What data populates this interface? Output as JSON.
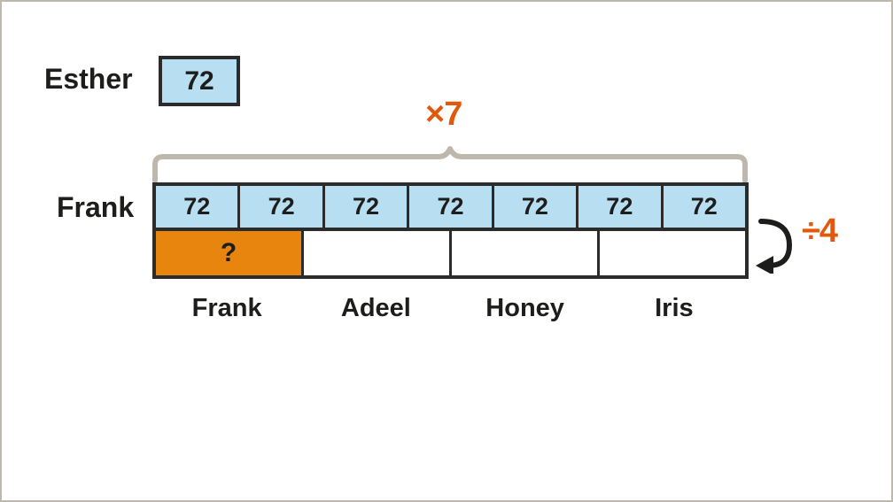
{
  "colors": {
    "blue_fill": "#b8def2",
    "orange_fill": "#e8850f",
    "orange_text": "#e0590c",
    "outline": "#2b2b2b",
    "brace": "#bdb7ad",
    "frame": "#bdb7ad"
  },
  "esther": {
    "label": "Esther",
    "value": "72"
  },
  "frank": {
    "label": "Frank"
  },
  "operators": {
    "multiply": "×7",
    "divide": "÷4"
  },
  "bar_model": {
    "top_row": {
      "cells": [
        "72",
        "72",
        "72",
        "72",
        "72",
        "72",
        "72"
      ]
    },
    "bottom_row": {
      "cells": [
        {
          "value": "?",
          "highlight": true
        },
        {
          "value": "",
          "highlight": false
        },
        {
          "value": "",
          "highlight": false
        },
        {
          "value": "",
          "highlight": false
        }
      ]
    },
    "names": [
      "Frank",
      "Adeel",
      "Honey",
      "Iris"
    ]
  },
  "icons": {
    "brace": "curly-brace-icon",
    "arrow": "curved-arrow-left-icon"
  }
}
